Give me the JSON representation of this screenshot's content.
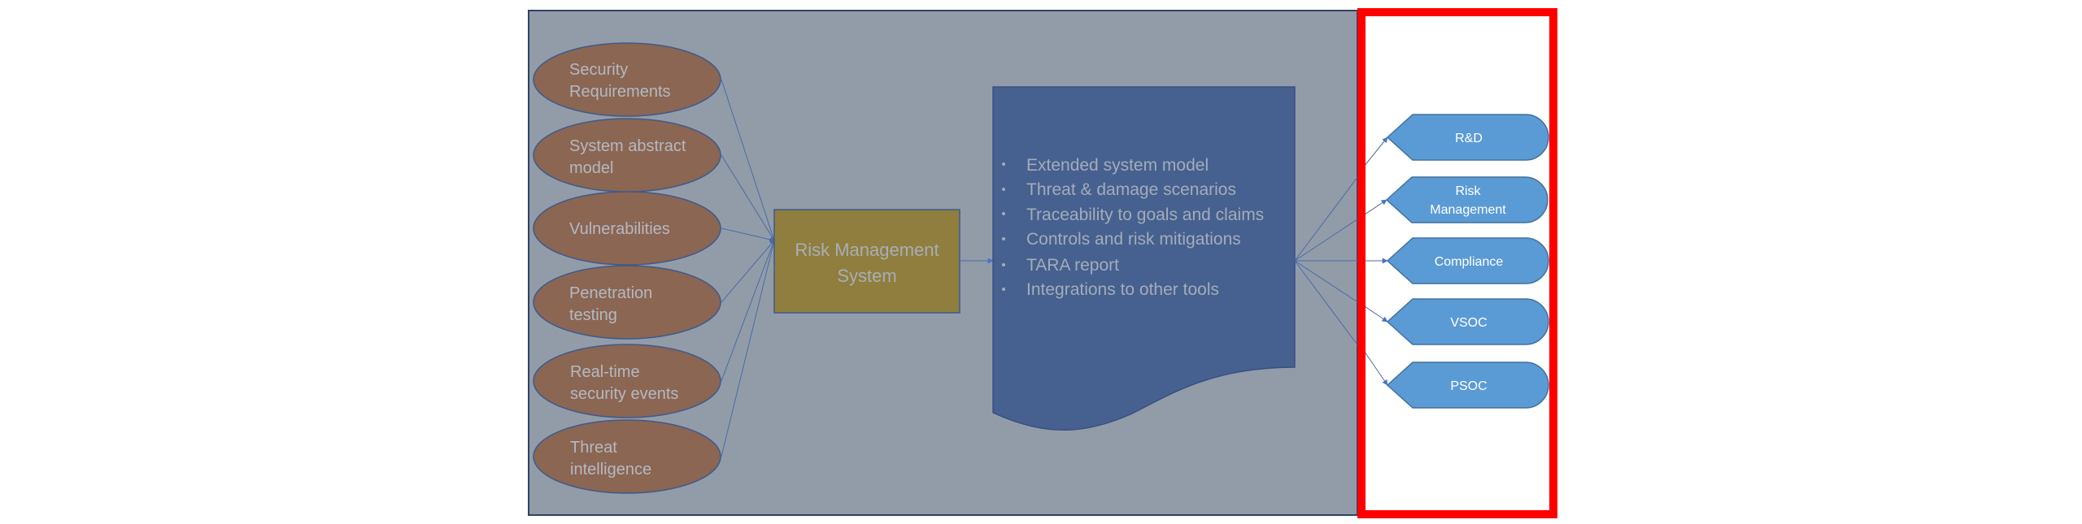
{
  "inputs": [
    {
      "line1": "Security",
      "line2": "Requirements"
    },
    {
      "line1": "System abstract",
      "line2": "model"
    },
    {
      "line1": "Vulnerabilities",
      "line2": ""
    },
    {
      "line1": "Penetration",
      "line2": "testing"
    },
    {
      "line1": "Real-time",
      "line2": "security events"
    },
    {
      "line1": "Threat",
      "line2": "intelligence"
    }
  ],
  "system": {
    "line1": "Risk Management",
    "line2": "System"
  },
  "outputs_doc": {
    "items": [
      "Extended system model",
      "Threat & damage scenarios",
      "Traceability to goals and claims",
      "Controls and risk mitigations",
      "TARA report",
      "Integrations to other tools"
    ]
  },
  "consumers": [
    {
      "line1": "R&D",
      "line2": ""
    },
    {
      "line1": "Risk",
      "line2": "Management"
    },
    {
      "line1": "Compliance",
      "line2": ""
    },
    {
      "line1": "VSOC",
      "line2": ""
    },
    {
      "line1": "PSOC",
      "line2": ""
    }
  ],
  "colors": {
    "panel": "#929ca8",
    "ellipse": "#8b6652",
    "system_box": "#8f7e3e",
    "document": "#46618f",
    "consumer": "#5b9bd5",
    "highlight": "#ff0000"
  }
}
